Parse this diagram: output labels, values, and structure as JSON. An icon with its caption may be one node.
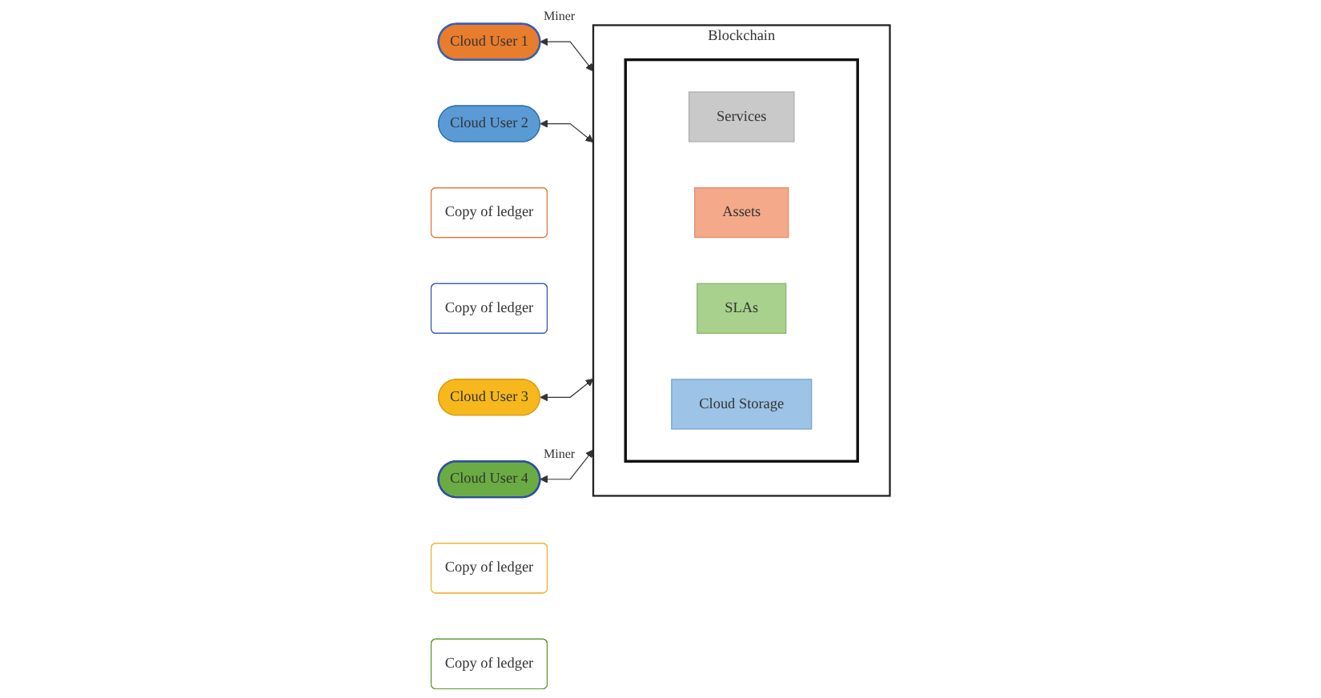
{
  "diagram": {
    "nodes": [
      {
        "text": [
          "Cloud User 1"
        ],
        "beside": [
          "Miner"
        ]
      },
      {
        "text": [
          "Blockchain"
        ]
      },
      {
        "text": [],
        "shape": "box",
        "in": 1
      },
      {
        "text": [
          "Services"
        ],
        "in": 2
      },
      {
        "text": [
          "Assets"
        ],
        "in": 2
      },
      {
        "text": [
          "SLAs"
        ],
        "in": 2
      },
      {
        "text": [
          "Cloud Storage"
        ],
        "in": 2
      },
      {
        "text": [
          "Cloud User 2"
        ]
      },
      {
        "text": [
          "Copy of ledger"
        ]
      },
      {
        "text": [
          "Copy of ledger"
        ]
      },
      {
        "text": [
          "Cloud User 3"
        ]
      },
      {
        "text": [
          "Cloud User 4"
        ],
        "beside": [
          "Miner"
        ]
      },
      {
        "text": [
          "Copy of ledger"
        ]
      },
      {
        "text": [
          "Copy of ledger"
        ]
      }
    ],
    "edges": [
      {
        "from": 0,
        "to": 1,
        "arrow": "both"
      },
      {
        "from": 7,
        "to": 1,
        "arrow": "both"
      },
      {
        "from": 10,
        "to": 1,
        "arrow": "both"
      },
      {
        "from": 11,
        "to": 1,
        "arrow": "both"
      }
    ]
  }
}
